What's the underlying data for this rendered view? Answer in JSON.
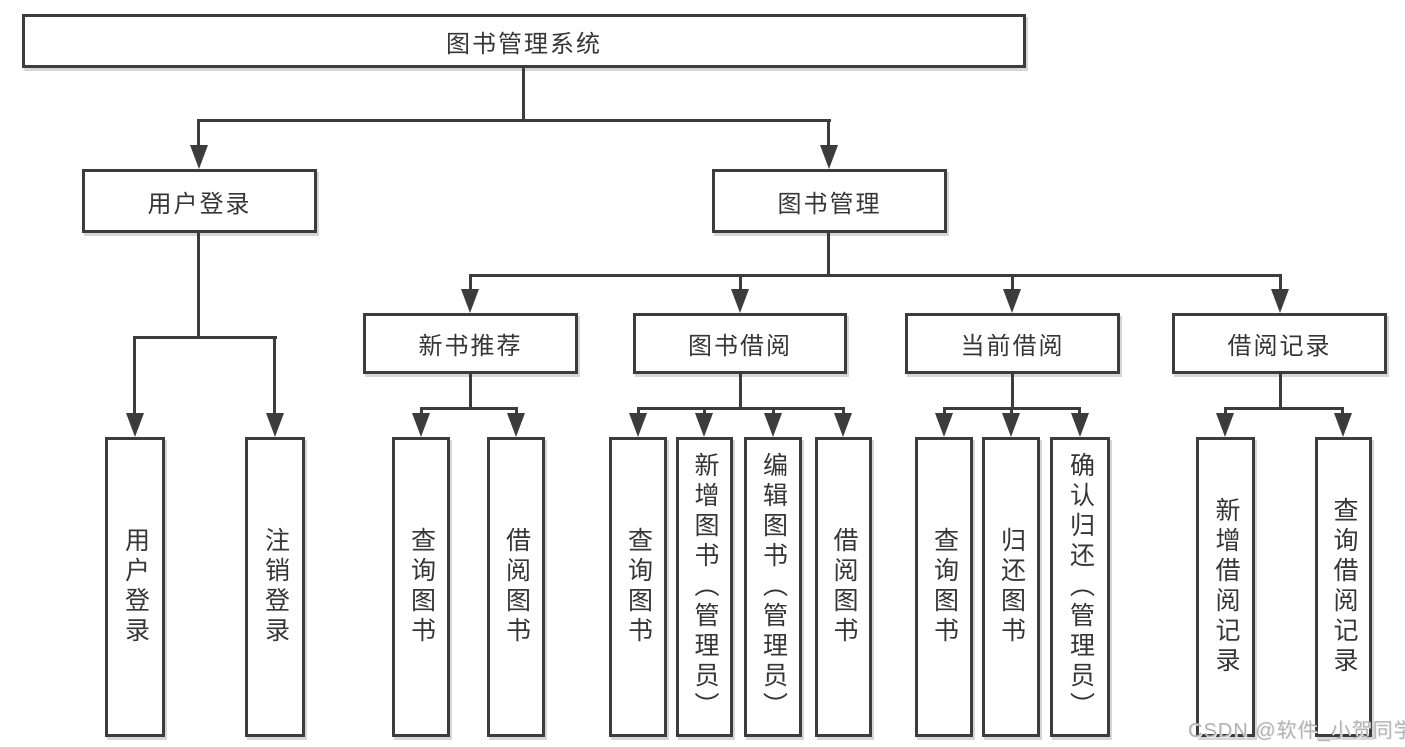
{
  "diagram": {
    "background": "#ffffff",
    "line_color": "#3c3c3c",
    "text_color": "#363636",
    "tree": {
      "root": {
        "label": "图书管理系统",
        "children": [
          {
            "label": "用户登录",
            "children": [
              {
                "label": "用户登录"
              },
              {
                "label": "注销登录"
              }
            ]
          },
          {
            "label": "图书管理",
            "children": [
              {
                "label": "新书推荐",
                "children": [
                  {
                    "label": "查询图书"
                  },
                  {
                    "label": "借阅图书"
                  }
                ]
              },
              {
                "label": "图书借阅",
                "children": [
                  {
                    "label": "查询图书"
                  },
                  {
                    "label": "新增图书（管理员）"
                  },
                  {
                    "label": "编辑图书（管理员）"
                  },
                  {
                    "label": "借阅图书"
                  }
                ]
              },
              {
                "label": "当前借阅",
                "children": [
                  {
                    "label": "查询图书"
                  },
                  {
                    "label": "归还图书"
                  },
                  {
                    "label": "确认归还（管理员）"
                  }
                ]
              },
              {
                "label": "借阅记录",
                "children": [
                  {
                    "label": "新增借阅记录"
                  },
                  {
                    "label": "查询借阅记录"
                  }
                ]
              }
            ]
          }
        ]
      }
    }
  },
  "watermark": {
    "text": "CSDN @软件_小贺同学",
    "color": "#b3b3b3"
  }
}
